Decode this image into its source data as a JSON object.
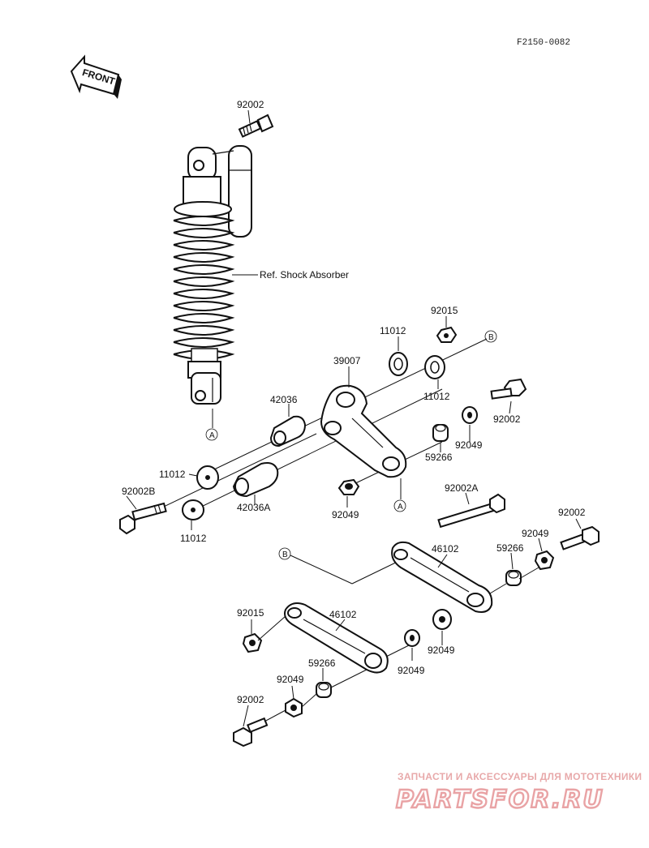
{
  "diagram_code": "F2150-0082",
  "front_label": "FRONT",
  "ref_label": "Ref. Shock Absorber",
  "markers": {
    "a": "A",
    "b": "B"
  },
  "parts": {
    "p92002_top": "92002",
    "p92015_top": "92015",
    "p11012_a": "11012",
    "p39007": "39007",
    "p11012_b": "11012",
    "p92002_r1": "92002",
    "p42036": "42036",
    "p92049_a": "92049",
    "p59266_a": "59266",
    "p11012_c": "11012",
    "p92002b": "92002B",
    "p42036a": "42036A",
    "p92049_b": "92049",
    "p11012_d": "11012",
    "p92002a": "92002A",
    "p92002_r2": "92002",
    "p92049_c": "92049",
    "p59266_b": "59266",
    "p46102_a": "46102",
    "p92015_b": "92015",
    "p46102_b": "46102",
    "p92049_d": "92049",
    "p59266_c": "59266",
    "p92049_e": "92049",
    "p92049_f": "92049",
    "p92002_bl": "92002"
  },
  "watermark": {
    "line1": "ЗАПЧАСТИ И АКСЕССУАРЫ ДЛЯ МОТОТЕХНИКИ",
    "line2": "PARTSFOR.RU"
  }
}
